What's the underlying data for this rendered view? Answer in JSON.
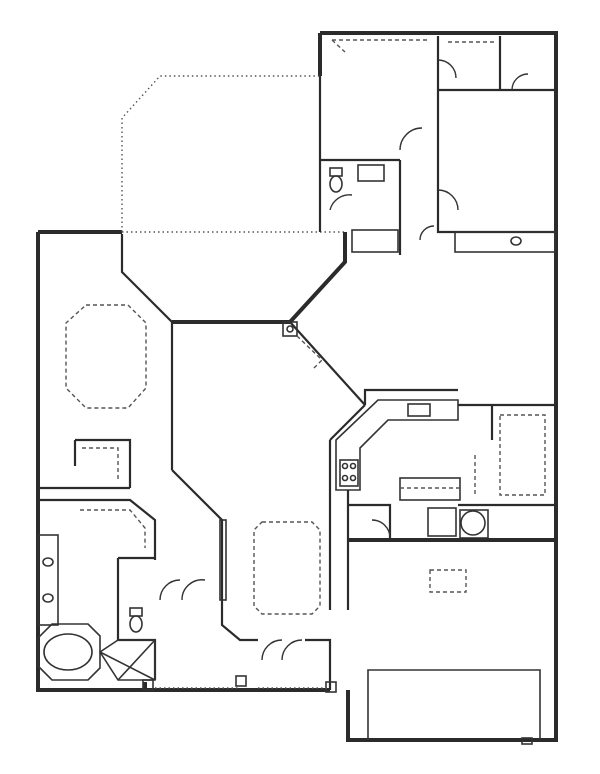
{
  "drawing": {
    "type": "floor-plan",
    "rooms": [
      {
        "id": "master-bedroom"
      },
      {
        "id": "master-bath"
      },
      {
        "id": "great-room"
      },
      {
        "id": "dining-area"
      },
      {
        "id": "kitchen"
      },
      {
        "id": "utility"
      },
      {
        "id": "garage"
      },
      {
        "id": "bedroom-2"
      },
      {
        "id": "bedroom-3"
      },
      {
        "id": "hall-bath"
      }
    ],
    "colors": {
      "line": "#2b2b2b",
      "fixture": "#333333",
      "background": "#ffffff"
    }
  }
}
